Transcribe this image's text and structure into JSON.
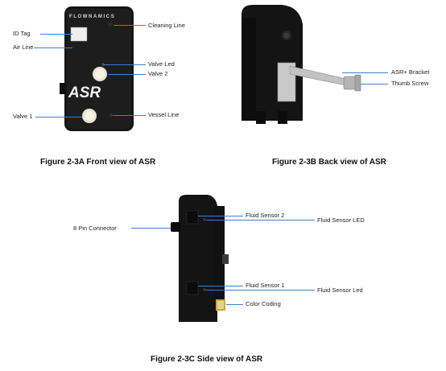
{
  "figure_a": {
    "caption": "Figure 2-3A Front view of ASR",
    "brand_text": "FLOWNAMICS",
    "logo_text": "ASR",
    "labels": {
      "id_tag": "ID Tag",
      "air_line": "Air Line",
      "valve_1": "Valve 1",
      "cleaning_line": "Cleaning Line",
      "valve_led": "Valve Led",
      "valve_2": "Valve 2",
      "vessel_line": "Vessel Line"
    }
  },
  "figure_b": {
    "caption": "Figure 2-3B Back view of ASR",
    "labels": {
      "bracket": "ASR+ Bracket",
      "thumb_screw": "Thumb Screw"
    }
  },
  "figure_c": {
    "caption": "Figure 2-3C Side view of ASR",
    "labels": {
      "connector": "8 Pin Connector",
      "fluid_sensor_2": "Fluid Sensor 2",
      "fluid_sensor_led_top": "Fluid Sensor LED",
      "fluid_sensor_1": "Fluid Sensor 1",
      "fluid_sensor_led_bottom": "Fluid Sensor Led",
      "color_coding": "Color Coding"
    }
  },
  "colors": {
    "device_body": "#151515",
    "leader_line": "#3a7fd0"
  }
}
